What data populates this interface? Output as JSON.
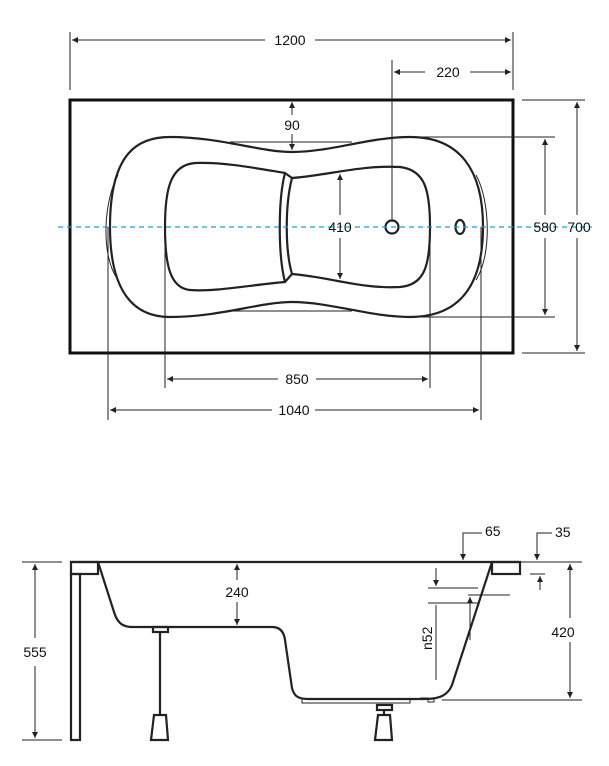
{
  "top_view": {
    "dimensions": {
      "total_length": "1200",
      "drain_offset": "220",
      "rim_width": "90",
      "inner_width": "410",
      "bowl_width": "580",
      "total_width": "700",
      "inner_length": "850",
      "bowl_length": "1040"
    }
  },
  "side_view": {
    "dimensions": {
      "total_height": "555",
      "seat_depth": "240",
      "rim_65": "65",
      "rim_35": "35",
      "depth": "420",
      "overflow": "n52"
    }
  },
  "colors": {
    "centerline": "#1a9fe0",
    "lines": "#111111"
  }
}
